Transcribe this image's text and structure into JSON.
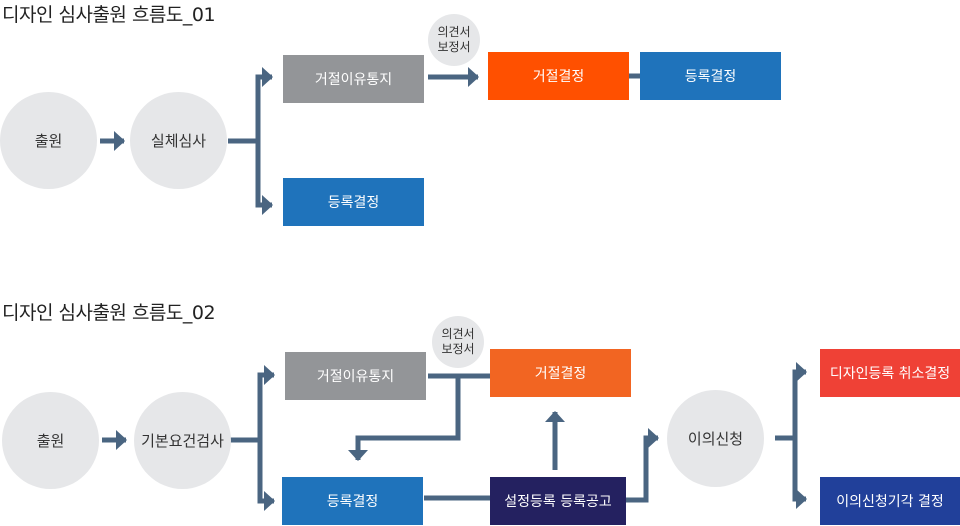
{
  "colors": {
    "circle": "#e6e7e9",
    "connector": "#4a6581",
    "gray_box": "#939598",
    "orange_box": "#ff5000",
    "orange_box_2": "#f26522",
    "blue_box": "#1f73bb",
    "navy_box": "#242160",
    "red_box": "#ef4136",
    "dark_blue_box": "#21409a"
  },
  "flow1": {
    "title": "디자인 심사출원 흐름도_01",
    "nodes": {
      "filing": "출원",
      "substantive_exam": "실체심사",
      "notice_of_rejection": "거절이유통지",
      "opinion_amendment": [
        "의견서",
        "보정서"
      ],
      "rejection_decision": "거절결정",
      "registration_decision_a": "등록결정",
      "registration_decision_b": "등록결정"
    }
  },
  "flow2": {
    "title": "디자인 심사출원 흐름도_02",
    "nodes": {
      "filing": "출원",
      "formality_exam": "기본요건검사",
      "notice_of_rejection": "거절이유통지",
      "opinion_amendment": [
        "의견서",
        "보정서"
      ],
      "rejection_decision": "거절결정",
      "registration_decision": "등록결정",
      "registration_publication": "설정등록 등록공고",
      "opposition": "이의신청",
      "cancellation_decision": "디자인등록 취소결정",
      "opposition_dismissal": "이의신청기각 결정"
    }
  }
}
